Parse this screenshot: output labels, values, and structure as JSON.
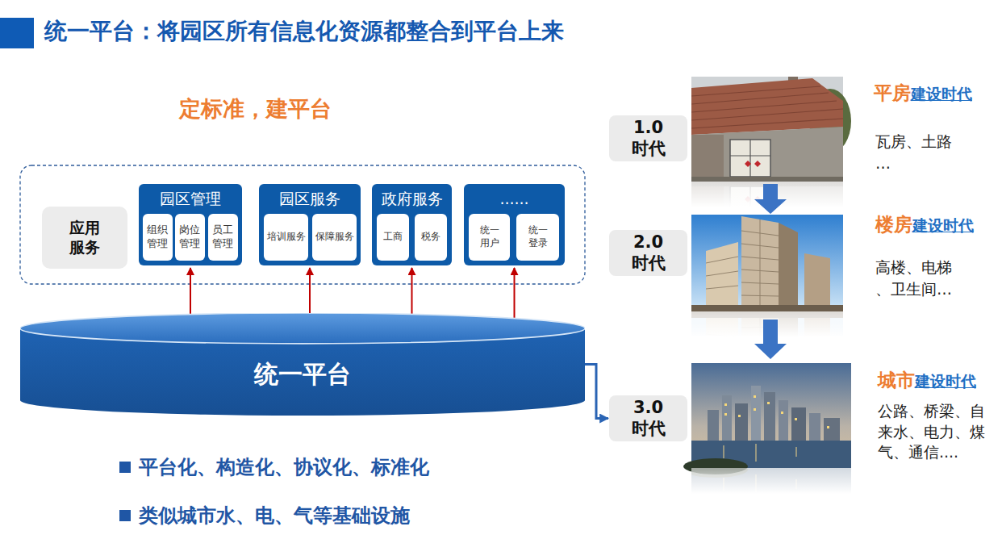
{
  "diagram": {
    "title": "统一平台：将园区所有信息化资源都整合到平台上来",
    "nodes": [
      {
        "text": [
          "应用服务"
        ]
      },
      {
        "text": [
          "园区管理"
        ]
      },
      {
        "text": [
          "组织管理"
        ],
        "in": 1
      },
      {
        "text": [
          "岗位管理"
        ],
        "in": 1
      },
      {
        "text": [
          "员工管理"
        ],
        "in": 1
      },
      {
        "text": [
          "园区服务"
        ]
      },
      {
        "text": [
          "培训服务"
        ],
        "in": 5
      },
      {
        "text": [
          "保障服务"
        ],
        "in": 5
      },
      {
        "text": [
          "政府服务"
        ]
      },
      {
        "text": [
          "工商"
        ],
        "in": 8
      },
      {
        "text": [
          "税务"
        ],
        "in": 8
      },
      {
        "text": [
          "......"
        ]
      },
      {
        "text": [
          "统一用户"
        ],
        "in": 11
      },
      {
        "text": [
          "统一登录"
        ],
        "in": 11
      },
      {
        "text": [
          "统一平台"
        ]
      },
      {
        "text": [
          "1.0 时代"
        ]
      },
      {
        "text": [
          "2.0 时代"
        ]
      },
      {
        "text": [
          "3.0 时代"
        ]
      }
    ],
    "edges": [
      {
        "from": 1,
        "to": 14,
        "arrow": "both"
      },
      {
        "from": 5,
        "to": 14,
        "arrow": "both"
      },
      {
        "from": 8,
        "to": 14,
        "arrow": "both"
      },
      {
        "from": 11,
        "to": 14,
        "arrow": "both"
      },
      {
        "from": 14,
        "to": 17,
        "arrow": "to"
      }
    ],
    "labels": [
      "定标准，建平台",
      "平房",
      "建设时代",
      "瓦房、土路 …",
      "楼房",
      "建设时代",
      "高楼、电梯 、卫生间…",
      "城市",
      "建设时代",
      "公路、桥梁、自来水、电力、煤气、通信....",
      "平台化、构造化、协议化、标准化",
      "类似城市水、电、气等基础设施"
    ]
  }
}
